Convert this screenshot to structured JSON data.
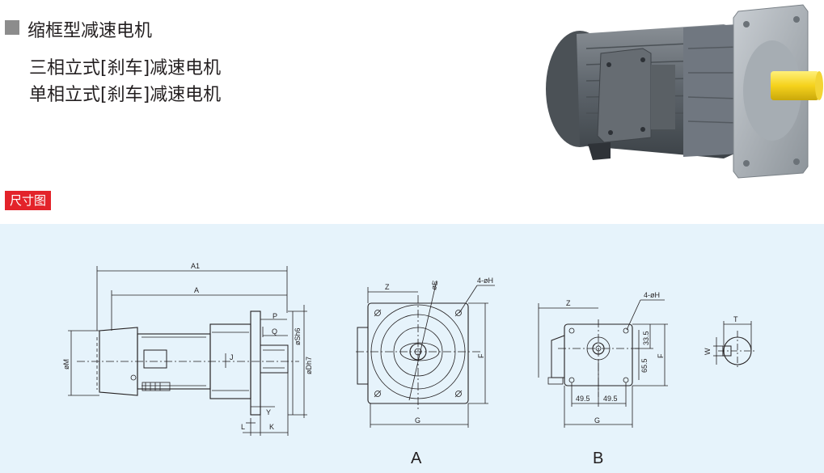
{
  "header": {
    "title": "缩框型减速电机"
  },
  "subtitles": [
    "三相立式[刹车]减速电机",
    "单相立式[刹车]减速电机"
  ],
  "section_tag": "尺寸图",
  "drawing": {
    "side": {
      "labels": [
        "A1",
        "A",
        "P",
        "Q",
        "øSh6",
        "øDh7",
        "øM",
        "J",
        "Y",
        "L",
        "K"
      ]
    },
    "front_a": {
      "labels": [
        "Z",
        "øE",
        "4-øH",
        "F",
        "G"
      ],
      "caption": "A"
    },
    "front_b": {
      "labels": [
        "Z",
        "4-øH",
        "33.5",
        "65.5",
        "F",
        "49.5",
        "49.5",
        "G"
      ],
      "caption": "B"
    },
    "shaft": {
      "labels": [
        "T",
        "W"
      ]
    }
  },
  "colors": {
    "accent": "#e3232a",
    "panel_bg": "#e6f3fb",
    "marker": "#8c8c8c"
  }
}
